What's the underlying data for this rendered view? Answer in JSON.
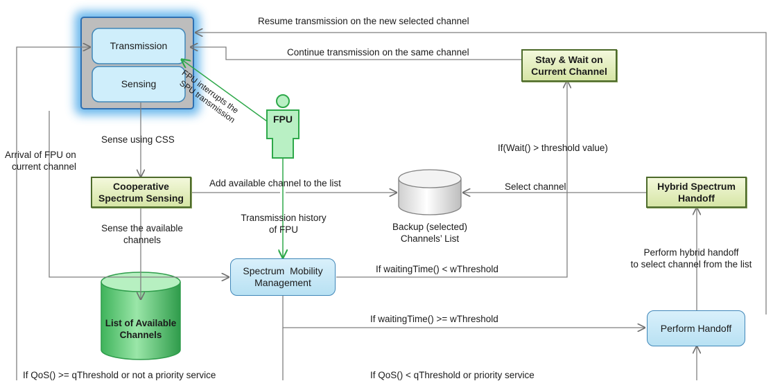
{
  "nodes": {
    "transmission": "Transmission",
    "sensing": "Sensing",
    "fpu": "FPU",
    "cooperative_sensing": [
      "Cooperative",
      "Spectrum Sensing"
    ],
    "stay_wait": [
      "Stay & Wait on",
      "Current Channel"
    ],
    "hybrid_handoff": [
      "Hybrid Spectrum",
      "Handoff"
    ],
    "spectrum_mobility": [
      "Spectrum  Mobility",
      "Management"
    ],
    "perform_handoff": "Perform Handoff",
    "backup_list": [
      "Backup (selected)",
      "Channels’ List"
    ],
    "available_list": [
      "List of Available",
      "Channels"
    ]
  },
  "labels": {
    "resume": "Resume transmission on the new selected channel",
    "continue": "Continue transmission on the same channel",
    "fpu_interrupts": [
      "FPU interrupts the",
      "SPU transmission"
    ],
    "sense_css": "Sense using CSS",
    "arrival_fpu": [
      "Arrival of FPU on",
      "current channel"
    ],
    "wait_threshold": "If(Wait() > threshold value)",
    "add_available": "Add available channel to the list",
    "select_channel": "Select channel",
    "sense_available": [
      "Sense the available",
      "channels"
    ],
    "transmission_history": [
      "Transmission history",
      "of FPU"
    ],
    "perform_hybrid": [
      "Perform hybrid handoff",
      "to select channel from the list"
    ],
    "waiting_lt": "If waitingTime() < wThreshold",
    "waiting_ge": "If waitingTime() >= wThreshold",
    "qos_ge": "If QoS() >= qThreshold or not a priority service",
    "qos_lt": "If QoS() < qThreshold or priority service"
  },
  "colors": {
    "line": "#7f7f7f",
    "blue_border": "#3f86b8",
    "green_border": "#4c6a2a",
    "fpu_green": "#2ea84a",
    "glow": "#3aa0e6"
  }
}
